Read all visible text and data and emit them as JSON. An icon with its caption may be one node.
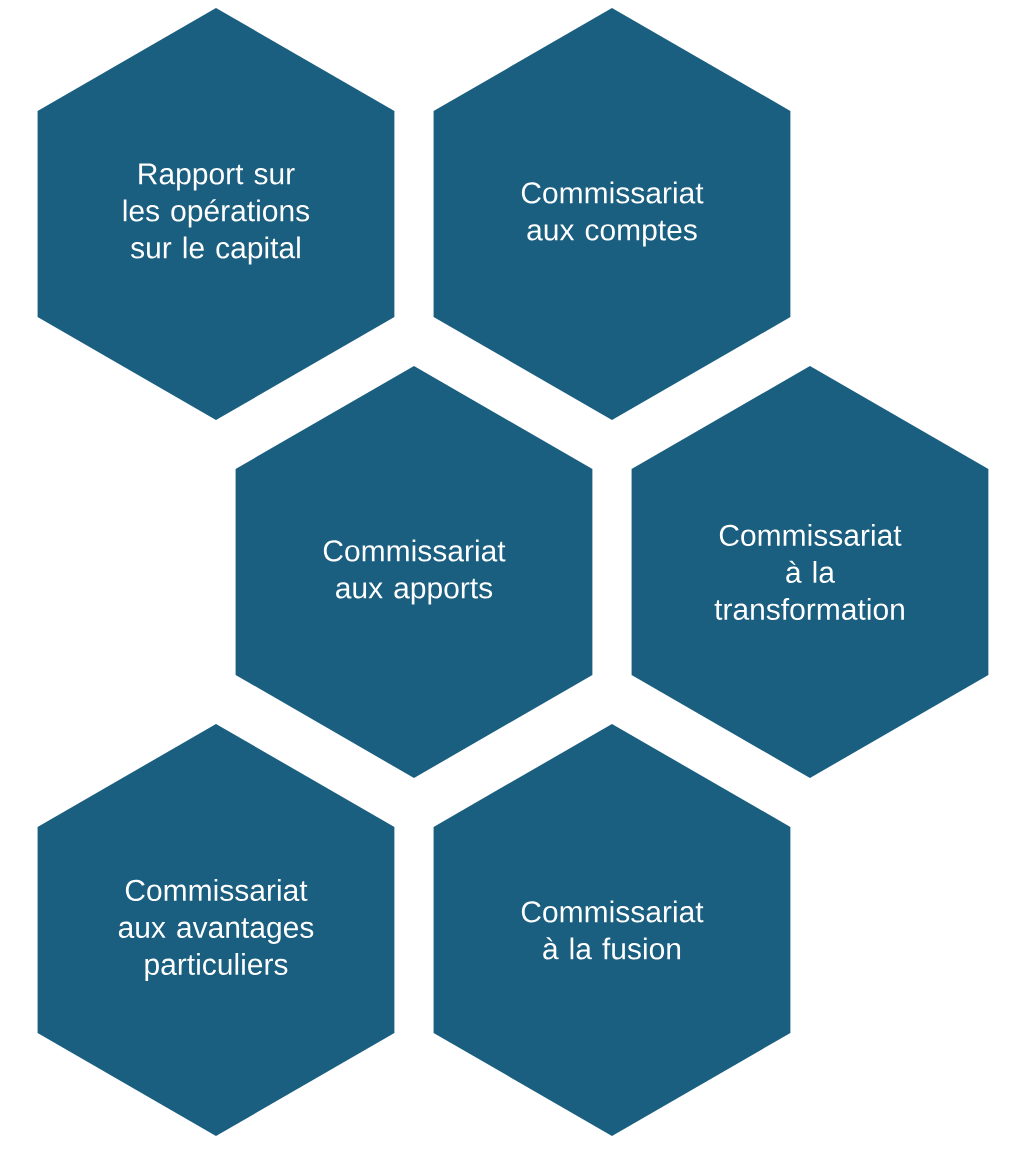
{
  "diagram": {
    "nodes": [
      {
        "text": [
          "Rapport sur les opérations sur le capital"
        ]
      },
      {
        "text": [
          "Commissariat aux comptes"
        ]
      },
      {
        "text": [
          "Commissariat aux apports"
        ]
      },
      {
        "text": [
          "Commissariat à la transformation"
        ]
      },
      {
        "text": [
          "Commissariat aux avantages particuliers"
        ]
      },
      {
        "text": [
          "Commissariat à la fusion"
        ]
      }
    ]
  }
}
